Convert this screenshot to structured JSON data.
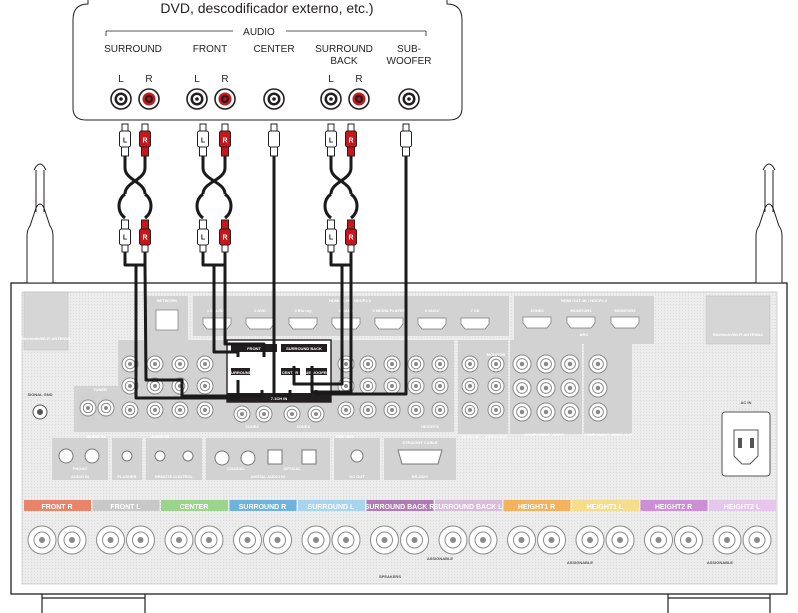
{
  "source": {
    "title": "DVD, descodificador externo, etc.)",
    "group_label": "AUDIO",
    "channels": [
      {
        "name": "SURROUND",
        "line2": "",
        "L": "L",
        "R": "R"
      },
      {
        "name": "FRONT",
        "line2": "",
        "L": "L",
        "R": "R"
      },
      {
        "name": "CENTER",
        "line2": "",
        "L": "",
        "R": ""
      },
      {
        "name": "SURROUND",
        "line2": "BACK",
        "L": "L",
        "R": "R"
      },
      {
        "name": "SUB-",
        "line2": "WOOFER",
        "L": "",
        "R": ""
      }
    ]
  },
  "cable": {
    "left": "L",
    "right": "R"
  },
  "receiver": {
    "antenna_label": "Bluetooth/Wi-Fi ANTENNA",
    "network": "NETWORK",
    "hdmi_in": "HDMI IN 4K / HDCP2.3",
    "hdmi_inputs": [
      "1 CBL/SAT",
      "2 DVD",
      "3 Blu-ray",
      "4 GAME",
      "5 MEDIA PLAYER",
      "6 AUX2",
      "7 CD"
    ],
    "hdmi_out": "HDMI OUT 4K / HDCP2.3",
    "hdmi_outputs": [
      "ZONE2",
      "MONITOR1",
      "MONITOR2"
    ],
    "arc": "ARC",
    "multi_in": {
      "front": "FRONT",
      "surround_back": "SURROUND BACK",
      "surround": "SURROUND",
      "center": "CENTER",
      "subwoofer": "SUBWOOFER",
      "title": "7.1CH IN"
    },
    "signal_gnd": "SIGNAL GND",
    "tuner": "TUNER",
    "audio_in": "AUDIO IN",
    "phono": "PHONO",
    "flasher": "FLASHER",
    "remote_control": "REMOTE CONTROL",
    "digital_in": "DIGITAL AUDIO IN",
    "coaxial": "COAXIAL",
    "optical": "OPTICAL",
    "dc_out": "DC OUT",
    "rs232c": "RS-232C",
    "straight_cable": "STRAIGHT CABLE",
    "pre_out": "PRE OUT",
    "zone2": "ZONE2",
    "zone3": "ZONE3",
    "heights": "HEIGHTS",
    "video_in": "VIDEO IN",
    "video_out": "VIDEO OUT",
    "component_video": "COMPONENT VIDEO",
    "component_video_out": "COMPONENT VIDEO OUT",
    "monitor": "MONITOR",
    "ac_in": "AC IN",
    "speakers": "SPEAKERS",
    "assignable": "ASSIGNABLE"
  },
  "speakers": [
    {
      "name": "FRONT",
      "side": "R",
      "color": "#e8846a"
    },
    {
      "name": "FRONT",
      "side": "L",
      "color": "#c8c8c8"
    },
    {
      "name": "CENTER",
      "side": "",
      "color": "#9bd48b"
    },
    {
      "name": "SURROUND",
      "side": "R",
      "color": "#6fb3dd"
    },
    {
      "name": "SURROUND",
      "side": "L",
      "color": "#a8d4ee"
    },
    {
      "name": "SURROUND BACK",
      "side": "R",
      "color": "#b07ab4"
    },
    {
      "name": "SURROUND BACK",
      "side": "L",
      "color": "#d8bcd9"
    },
    {
      "name": "HEIGHT1",
      "side": "R",
      "color": "#f2b35c"
    },
    {
      "name": "HEIGHT1",
      "side": "L",
      "color": "#f6dd8c"
    },
    {
      "name": "HEIGHT2",
      "side": "R",
      "color": "#cc8fd6"
    },
    {
      "name": "HEIGHT2",
      "side": "L",
      "color": "#e6c6ec"
    }
  ],
  "colors": {
    "cable": "#1a1a1a",
    "red_jack": "#c8161d",
    "panel": "#e4e4e4",
    "panel_dark": "#c9c9c9"
  }
}
